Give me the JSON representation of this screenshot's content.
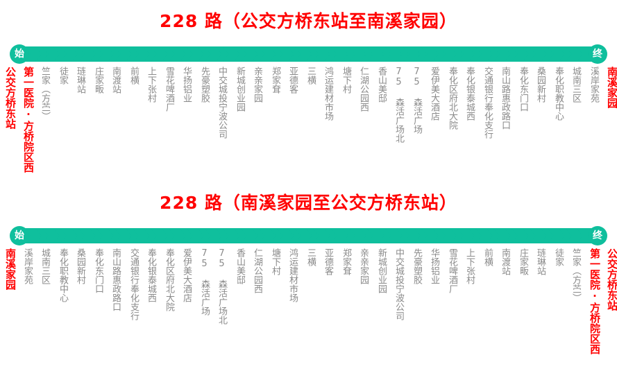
{
  "colors": {
    "accent_green": "#0FBF9D",
    "terminus_red": "#ff0000",
    "station_gray": "#8a8a8a",
    "background": "#ffffff"
  },
  "endpoint_labels": {
    "start": "始",
    "end": "终"
  },
  "routes": [
    {
      "title": "228 路（公交方桥东站至南溪家园）",
      "direction": "outbound",
      "stations": [
        {
          "name": "公交方桥东站",
          "terminus": true
        },
        {
          "name": "第一医院·方桥院区西",
          "terminus": true
        },
        {
          "name": "竺家（方苎）",
          "terminus": false
        },
        {
          "name": "徒家",
          "terminus": false
        },
        {
          "name": "琏琳站",
          "terminus": false
        },
        {
          "name": "庄家畈",
          "terminus": false
        },
        {
          "name": "南渡站",
          "terminus": false
        },
        {
          "name": "前横",
          "terminus": false
        },
        {
          "name": "上下张村",
          "terminus": false
        },
        {
          "name": "雪花啤酒厂",
          "terminus": false
        },
        {
          "name": "华扬铝业",
          "terminus": false
        },
        {
          "name": "先豪塑胶",
          "terminus": false
        },
        {
          "name": "中交城投宁波公司",
          "terminus": false
        },
        {
          "name": "新城创业园",
          "terminus": false
        },
        {
          "name": "亲亲家园",
          "terminus": false
        },
        {
          "name": "郑家耷",
          "terminus": false
        },
        {
          "name": "亚德客",
          "terminus": false
        },
        {
          "name": "三横",
          "terminus": false
        },
        {
          "name": "鸿运建材市场",
          "terminus": false
        },
        {
          "name": "塘下村",
          "terminus": false
        },
        {
          "name": "仁湖公园西",
          "terminus": false
        },
        {
          "name": "香山美邸",
          "terminus": false
        },
        {
          "name": "75 森活广场北",
          "terminus": false
        },
        {
          "name": "75 森活广场",
          "terminus": false
        },
        {
          "name": "爱伊美大酒店",
          "terminus": false
        },
        {
          "name": "奉化区府北大院",
          "terminus": false
        },
        {
          "name": "奉化银泰城西",
          "terminus": false
        },
        {
          "name": "交通银行奉化支行",
          "terminus": false
        },
        {
          "name": "南山路惠政路口",
          "terminus": false
        },
        {
          "name": "奉化东门口",
          "terminus": false
        },
        {
          "name": "桑园新村",
          "terminus": false
        },
        {
          "name": "奉化职教中心",
          "terminus": false
        },
        {
          "name": "城南三区",
          "terminus": false
        },
        {
          "name": "溪岸家苑",
          "terminus": false
        },
        {
          "name": "南溪家园",
          "terminus": true
        }
      ]
    },
    {
      "title": "228 路（南溪家园至公交方桥东站）",
      "direction": "inbound",
      "stations": [
        {
          "name": "南溪家园",
          "terminus": true
        },
        {
          "name": "溪岸家苑",
          "terminus": false
        },
        {
          "name": "城南三区",
          "terminus": false
        },
        {
          "name": "奉化职教中心",
          "terminus": false
        },
        {
          "name": "桑园新村",
          "terminus": false
        },
        {
          "name": "奉化东门口",
          "terminus": false
        },
        {
          "name": "南山路惠政路口",
          "terminus": false
        },
        {
          "name": "交通银行奉化支行",
          "terminus": false
        },
        {
          "name": "奉化银泰城西",
          "terminus": false
        },
        {
          "name": "奉化区府北大院",
          "terminus": false
        },
        {
          "name": "爱伊美大酒店",
          "terminus": false
        },
        {
          "name": "75 森活广场",
          "terminus": false
        },
        {
          "name": "75 森活广场北",
          "terminus": false
        },
        {
          "name": "香山美邸",
          "terminus": false
        },
        {
          "name": "仁湖公园西",
          "terminus": false
        },
        {
          "name": "塘下村",
          "terminus": false
        },
        {
          "name": "鸿运建材市场",
          "terminus": false
        },
        {
          "name": "三横",
          "terminus": false
        },
        {
          "name": "亚德客",
          "terminus": false
        },
        {
          "name": "郑家耷",
          "terminus": false
        },
        {
          "name": "亲亲家园",
          "terminus": false
        },
        {
          "name": "新城创业园",
          "terminus": false
        },
        {
          "name": "中交城投宁波公司",
          "terminus": false
        },
        {
          "name": "先豪塑胶",
          "terminus": false
        },
        {
          "name": "华扬铝业",
          "terminus": false
        },
        {
          "name": "雪花啤酒厂",
          "terminus": false
        },
        {
          "name": "上下张村",
          "terminus": false
        },
        {
          "name": "前横",
          "terminus": false
        },
        {
          "name": "南渡站",
          "terminus": false
        },
        {
          "name": "庄家畈",
          "terminus": false
        },
        {
          "name": "琏琳站",
          "terminus": false
        },
        {
          "name": "徒家",
          "terminus": false
        },
        {
          "name": "竺家（方苎）",
          "terminus": false
        },
        {
          "name": "第一医院·方桥院区西",
          "terminus": true
        },
        {
          "name": "公交方桥东站",
          "terminus": true
        }
      ]
    }
  ]
}
